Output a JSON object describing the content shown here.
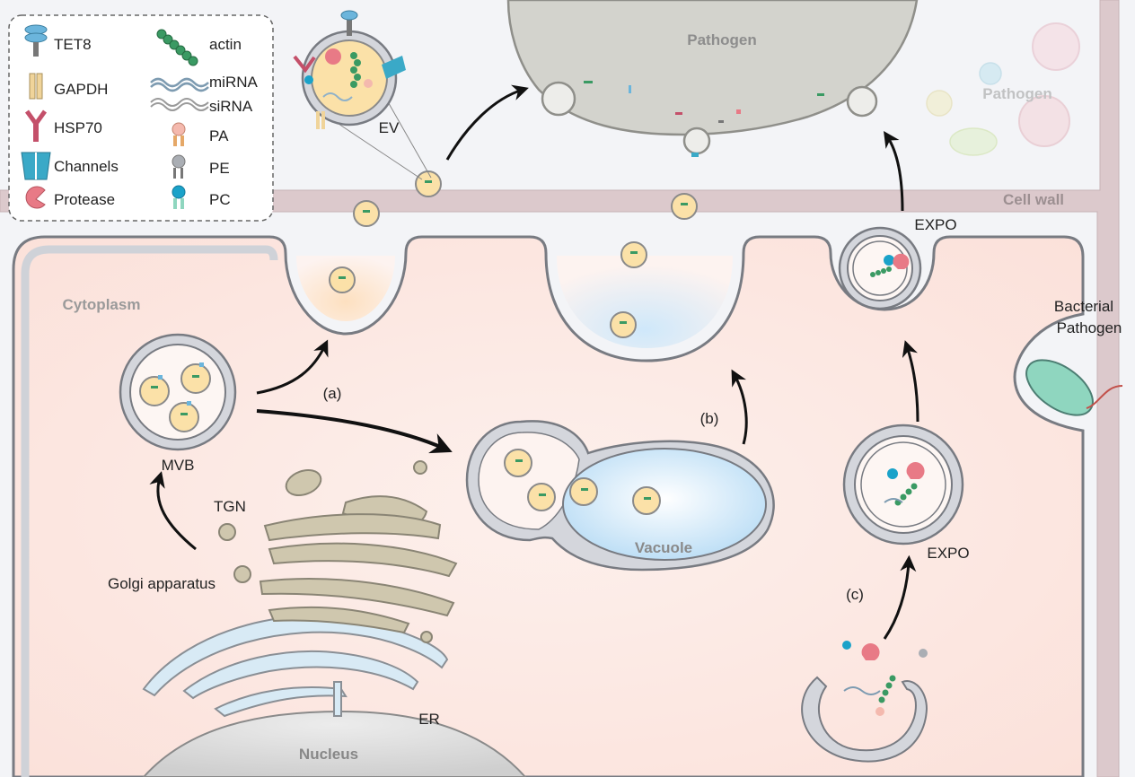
{
  "legend": {
    "items": [
      {
        "label": "TET8",
        "icon": "tet8-icon"
      },
      {
        "label": "GAPDH",
        "icon": "gapdh-icon"
      },
      {
        "label": "HSP70",
        "icon": "hsp70-icon"
      },
      {
        "label": "Channels",
        "icon": "channels-icon"
      },
      {
        "label": "Protease",
        "icon": "protease-icon"
      },
      {
        "label": "actin",
        "icon": "actin-icon"
      },
      {
        "label": "miRNA",
        "icon": "mirna-icon"
      },
      {
        "label": "siRNA",
        "icon": "sirna-icon"
      },
      {
        "label": "PA",
        "icon": "pa-icon"
      },
      {
        "label": "PE",
        "icon": "pe-icon"
      },
      {
        "label": "PC",
        "icon": "pc-icon"
      }
    ]
  },
  "labels": {
    "ev": "EV",
    "pathogen_main": "Pathogen",
    "pathogen_secondary": "Pathogen",
    "cell_wall": "Cell wall",
    "expo_top": "EXPO",
    "expo_bottom": "EXPO",
    "bacterial_line1": "Bacterial",
    "bacterial_line2": "Pathogen",
    "cytoplasm": "Cytoplasm",
    "mvb": "MVB",
    "route_a": "(a)",
    "route_b": "(b)",
    "route_c": "(c)",
    "vacuole": "Vacuole",
    "tgn": "TGN",
    "golgi": "Golgi apparatus",
    "er": "ER",
    "nucleus": "Nucleus"
  },
  "colors": {
    "cytoplasm": "#fce6e1",
    "membrane": "#d4d6dc",
    "membrane_stroke": "#777a80",
    "cell_wall": "#dcc8cb",
    "pathogen": "#d2d2cc",
    "vacuole": "#c9e4f8",
    "golgi": "#cfc7ae",
    "er": "#d7e9f4",
    "nucleus": "#d9d9d9",
    "ev_lumen": "#fbe1a8",
    "tet8": "#6bb5dc",
    "gapdh": "#f0d49a",
    "hsp70": "#c4506a",
    "channels": "#3aa9c7",
    "protease": "#e87a86",
    "actin": "#3a9a63",
    "bacteria": "#8fd6bf"
  }
}
